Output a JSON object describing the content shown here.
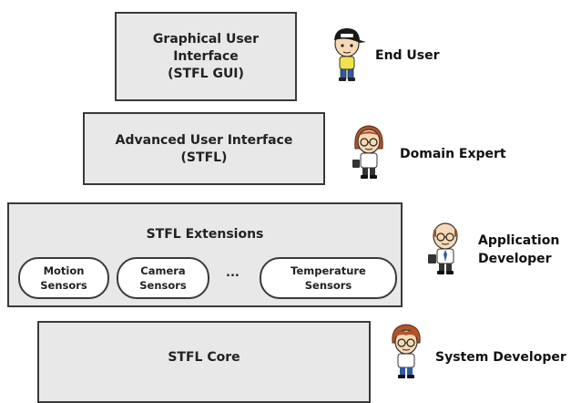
{
  "layers": {
    "gui": {
      "lines": [
        "Graphical User",
        "Interface",
        "(STFL GUI)"
      ]
    },
    "advanced": {
      "lines": [
        "Advanced User Interface",
        "(STFL)"
      ]
    },
    "extensions": {
      "title": "STFL Extensions",
      "modules": [
        {
          "lines": [
            "Motion",
            "Sensors"
          ]
        },
        {
          "lines": [
            "Camera",
            "Sensors"
          ]
        },
        {
          "lines": [
            "Temperature",
            "Sensors"
          ]
        }
      ],
      "ellipsis": "..."
    },
    "core": {
      "label": "STFL Core"
    }
  },
  "roles": [
    {
      "lines": [
        "End User"
      ],
      "icon": "cap-boy-icon"
    },
    {
      "lines": [
        "Domain Expert"
      ],
      "icon": "glasses-woman-icon"
    },
    {
      "lines": [
        "Application",
        "Developer"
      ],
      "icon": "bald-developer-icon"
    },
    {
      "lines": [
        "System Developer"
      ],
      "icon": "young-developer-icon"
    }
  ],
  "colors": {
    "layer_fill": "#e8e8e8",
    "border": "#3a3a3a",
    "module_fill": "#ffffff"
  }
}
